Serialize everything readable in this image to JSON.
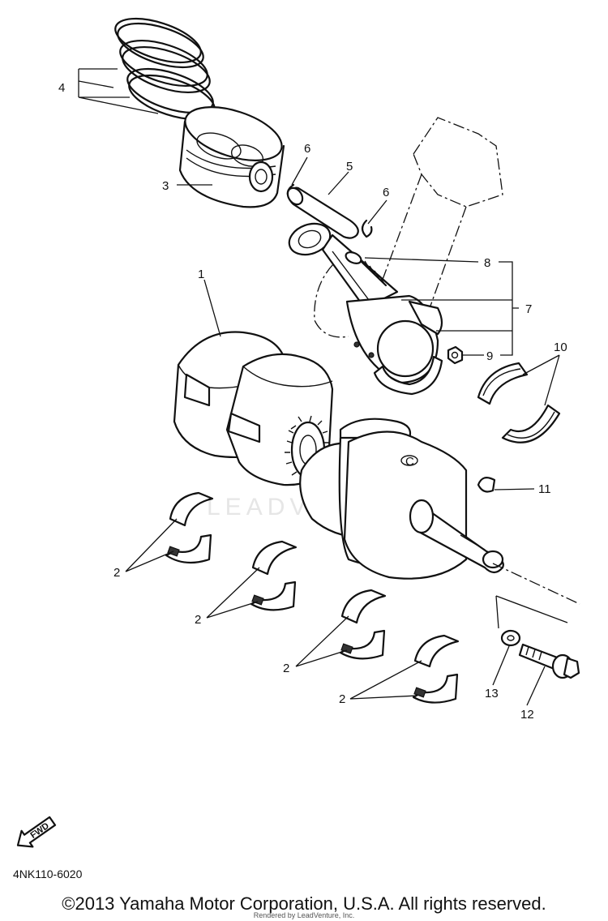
{
  "callouts": {
    "c1": "1",
    "c2": "2",
    "c3": "3",
    "c4": "4",
    "c5": "5",
    "c6": "6",
    "c7": "7",
    "c8": "8",
    "c9": "9",
    "c10": "10",
    "c11": "11",
    "c12": "12",
    "c13": "13"
  },
  "fwd_label": "FWD",
  "watermark": "LEADVENTURE",
  "part_number": "4NK110-6020",
  "copyright": "©2013 Yamaha Motor Corporation, U.S.A. All rights reserved.",
  "rendered_by": "Rendered by LeadVenture, Inc."
}
